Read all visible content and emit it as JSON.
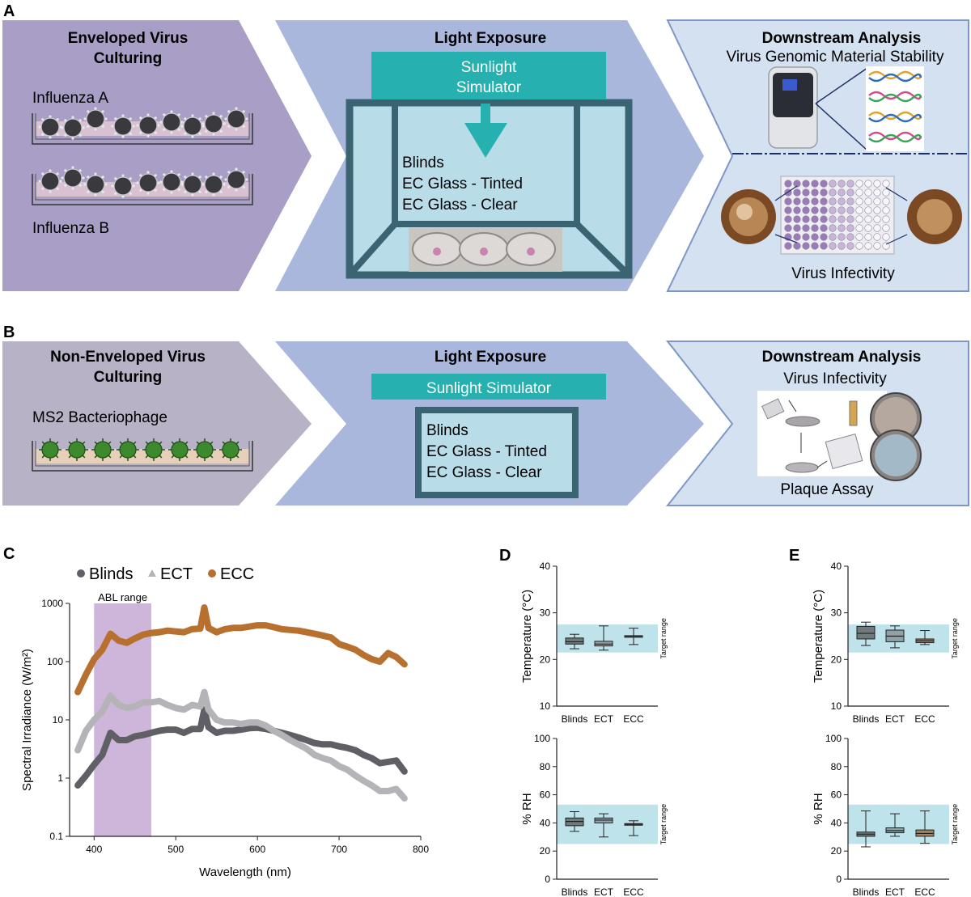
{
  "panelA": {
    "letter": "A",
    "col1": {
      "title1": "Enveloped Virus",
      "title2": "Culturing",
      "virusA": "Influenza A",
      "virusB": "Influenza B"
    },
    "col2": {
      "title": "Light Exposure",
      "simulator1": "Sunlight",
      "simulator2": "Simulator",
      "conditions": [
        "Blinds",
        "EC Glass - Tinted",
        "EC Glass - Clear"
      ]
    },
    "col3": {
      "title": "Downstream Analysis",
      "subtitle": "Virus Genomic Material Stability",
      "bottom": "Virus Infectivity"
    }
  },
  "panelB": {
    "letter": "B",
    "col1": {
      "title1": "Non-Enveloped Virus",
      "title2": "Culturing",
      "virus": "MS2 Bacteriophage"
    },
    "col2": {
      "title": "Light Exposure",
      "simulator": "Sunlight Simulator",
      "conditions": [
        "Blinds",
        "EC Glass - Tinted",
        "EC Glass - Clear"
      ]
    },
    "col3": {
      "title": "Downstream Analysis",
      "subtitle": "Virus Infectivity",
      "bottom": "Plaque Assay"
    }
  },
  "colors": {
    "chevron1": "#a99fc6",
    "chevron1b": "#b7b2c6",
    "chevron2": "#a9b7dc",
    "chevron3": "#d4e1f0",
    "teal": "#26b0b0",
    "frame": "#3a6472",
    "boxFill": "#b8dde9",
    "blinds": "#5f5f66",
    "ect": "#b4b4b8",
    "ecc": "#b8702e",
    "abl": "#cdb6da",
    "target": "#bfe3ea"
  },
  "chart_data": [
    {
      "panel": "C",
      "type": "line",
      "legend": [
        "Blinds",
        "ECT",
        "ECC"
      ],
      "annotation": "ABL range",
      "xlabel": "Wavelength (nm)",
      "ylabel": "Spectral Irradiance (W/m²)",
      "xlim": [
        370,
        800
      ],
      "ylim": [
        0.1,
        1000
      ],
      "yscale": "log",
      "xticks": [
        "400",
        "500",
        "600",
        "700",
        "800"
      ],
      "yticks": [
        "0.1",
        "1",
        "10",
        "100",
        "1000"
      ],
      "abl_range": [
        400,
        470
      ],
      "x": [
        380,
        390,
        400,
        410,
        420,
        430,
        440,
        450,
        460,
        470,
        480,
        490,
        500,
        510,
        520,
        530,
        535,
        540,
        550,
        560,
        570,
        580,
        590,
        600,
        610,
        620,
        630,
        640,
        650,
        660,
        670,
        680,
        690,
        700,
        710,
        720,
        730,
        740,
        750,
        760,
        770,
        780
      ],
      "series": [
        {
          "name": "Blinds",
          "values": [
            0.75,
            1.1,
            1.7,
            2.5,
            6.0,
            4.5,
            4.5,
            5.2,
            5.5,
            6.0,
            6.5,
            6.8,
            6.8,
            6.0,
            7.0,
            7.0,
            15,
            7.5,
            6.0,
            6.5,
            6.5,
            6.8,
            7.2,
            7.3,
            7.0,
            6.5,
            6.0,
            5.5,
            5.0,
            4.5,
            4.0,
            3.8,
            3.8,
            3.5,
            3.3,
            3.0,
            2.5,
            2.2,
            1.8,
            1.9,
            2.0,
            1.3
          ]
        },
        {
          "name": "ECT",
          "values": [
            3.0,
            6.5,
            10,
            14,
            26,
            18,
            16,
            17,
            20,
            20,
            21,
            18,
            16,
            15,
            18,
            17,
            30,
            15,
            10,
            9,
            9,
            8.5,
            9,
            9,
            8,
            6.5,
            5.5,
            4.5,
            3.8,
            3.2,
            2.5,
            2.2,
            2.0,
            1.6,
            1.4,
            1.1,
            0.9,
            0.75,
            0.6,
            0.6,
            0.65,
            0.45
          ]
        },
        {
          "name": "ECC",
          "values": [
            30,
            60,
            110,
            160,
            300,
            230,
            210,
            250,
            290,
            310,
            320,
            340,
            330,
            320,
            360,
            370,
            850,
            380,
            320,
            360,
            380,
            380,
            400,
            420,
            420,
            390,
            360,
            350,
            340,
            320,
            300,
            280,
            260,
            200,
            180,
            160,
            130,
            110,
            100,
            140,
            120,
            90
          ]
        }
      ]
    },
    {
      "panel": "D",
      "type": "box",
      "charts": [
        {
          "ylabel": "Temperature (°C)",
          "ylim": [
            10,
            40
          ],
          "yticks": [
            "10",
            "20",
            "30",
            "40"
          ],
          "target_range": [
            21.5,
            27.5
          ],
          "target_label": "Target range",
          "categories": [
            "Blinds",
            "ECT",
            "ECC"
          ],
          "boxes": [
            {
              "min": 22.3,
              "q1": 23.3,
              "median": 23.8,
              "q3": 24.6,
              "max": 25.4
            },
            {
              "min": 22.0,
              "q1": 22.9,
              "median": 23.3,
              "q3": 23.9,
              "max": 27.2
            },
            {
              "min": 23.2,
              "q1": 24.9,
              "median": 25.0,
              "q3": 25.1,
              "max": 26.7
            }
          ]
        },
        {
          "ylabel": "% RH",
          "ylim": [
            0,
            100
          ],
          "yticks": [
            "0",
            "20",
            "40",
            "60",
            "80",
            "100"
          ],
          "target_range": [
            25,
            53
          ],
          "target_label": "Target range",
          "categories": [
            "Blinds",
            "ECT",
            "ECC"
          ],
          "boxes": [
            {
              "min": 34,
              "q1": 38,
              "median": 41,
              "q3": 43.5,
              "max": 48
            },
            {
              "min": 30,
              "q1": 40,
              "median": 42,
              "q3": 43.5,
              "max": 46.5
            },
            {
              "min": 31,
              "q1": 38.5,
              "median": 39,
              "q3": 39.5,
              "max": 41.5
            }
          ]
        }
      ]
    },
    {
      "panel": "E",
      "type": "box",
      "charts": [
        {
          "ylabel": "Temperature (°C)",
          "ylim": [
            10,
            40
          ],
          "yticks": [
            "10",
            "20",
            "30",
            "40"
          ],
          "target_range": [
            21.5,
            27.5
          ],
          "target_label": "Target range",
          "categories": [
            "Blinds",
            "ECT",
            "ECC"
          ],
          "boxes": [
            {
              "min": 23.0,
              "q1": 24.4,
              "median": 25.6,
              "q3": 27.1,
              "max": 28.0
            },
            {
              "min": 22.5,
              "q1": 23.8,
              "median": 25.0,
              "q3": 26.3,
              "max": 27.2
            },
            {
              "min": 23.2,
              "q1": 23.6,
              "median": 24.0,
              "q3": 24.4,
              "max": 26.2
            }
          ]
        },
        {
          "ylabel": "% RH",
          "ylim": [
            0,
            100
          ],
          "yticks": [
            "0",
            "20",
            "40",
            "60",
            "80",
            "100"
          ],
          "target_range": [
            25,
            53
          ],
          "target_label": "Target range",
          "categories": [
            "Blinds",
            "ECT",
            "ECC"
          ],
          "boxes": [
            {
              "min": 23,
              "q1": 30.5,
              "median": 32,
              "q3": 33.5,
              "max": 48.5
            },
            {
              "min": 30.5,
              "q1": 33,
              "median": 34.5,
              "q3": 36.5,
              "max": 46.5
            },
            {
              "min": 25.5,
              "q1": 30.5,
              "median": 32.5,
              "q3": 35,
              "max": 48.5
            }
          ]
        }
      ]
    }
  ]
}
